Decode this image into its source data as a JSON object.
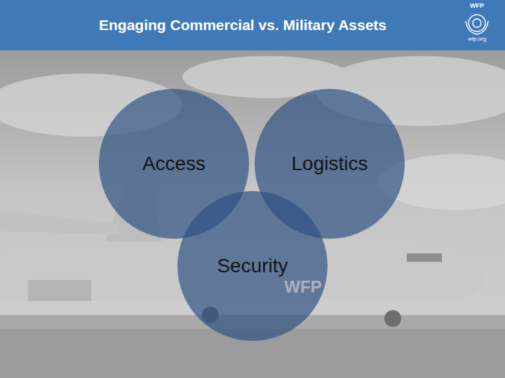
{
  "diagram": {
    "title": "Engaging Commercial vs. Military Assets",
    "nodes": [
      {
        "text": [
          "Access"
        ]
      },
      {
        "text": [
          "Logistics"
        ]
      },
      {
        "text": [
          "Security"
        ]
      }
    ],
    "labels": [
      "WFP",
      "wfp.org",
      "WFP"
    ]
  }
}
